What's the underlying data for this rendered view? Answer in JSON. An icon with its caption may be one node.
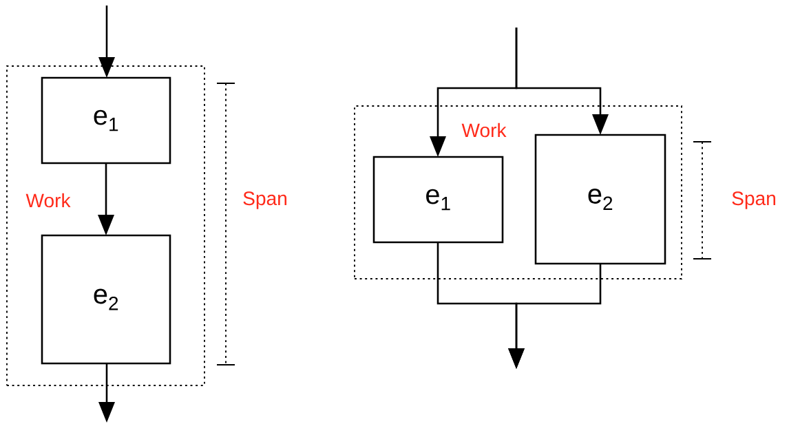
{
  "diagram": {
    "nodes": [
      {
        "text": [
          "Work"
        ]
      },
      {
        "text": [
          "e$_{1}$"
        ],
        "in": 0
      },
      {
        "text": [
          "e$_{2}$"
        ],
        "in": 0
      },
      {
        "text": [
          "Work"
        ]
      },
      {
        "text": [
          "e$_{1}$"
        ],
        "in": 3
      },
      {
        "text": [
          "e$_{2}$"
        ],
        "in": 3
      }
    ],
    "edges": [
      {
        "from": null,
        "to": 1,
        "arrow": "to"
      },
      {
        "from": 1,
        "to": 2,
        "arrow": "to"
      },
      {
        "from": 2,
        "to": null,
        "arrow": "to"
      },
      {
        "from": null,
        "to": 4,
        "arrow": "to"
      },
      {
        "from": null,
        "to": 5,
        "arrow": "to"
      },
      {
        "from": 4,
        "to": null,
        "arrow": "to"
      },
      {
        "from": 5,
        "to": null,
        "arrow": "to"
      }
    ],
    "labels": [
      "Span",
      "Span"
    ]
  }
}
